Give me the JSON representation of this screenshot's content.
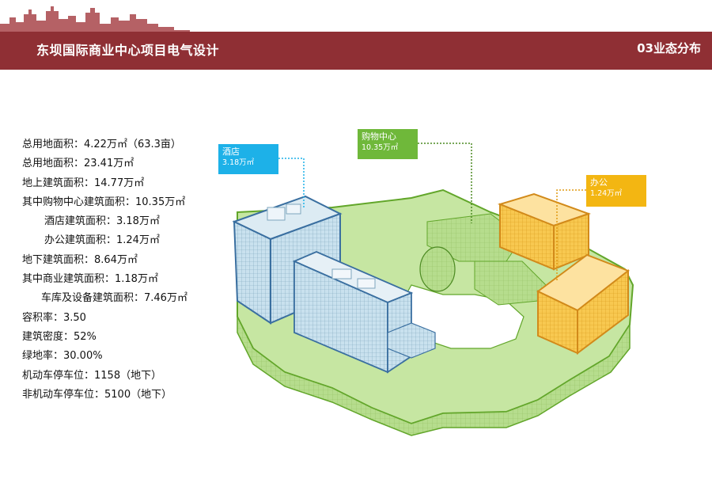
{
  "header": {
    "title": "东坝国际商业中心项目电气设计",
    "section": "03业态分布",
    "bar_color": "#8f2f34"
  },
  "stats": [
    {
      "text": "总用地面积：4.22万㎡（63.3亩）",
      "indent": 0
    },
    {
      "text": "总用地面积：23.41万㎡",
      "indent": 0
    },
    {
      "text": "地上建筑面积：14.77万㎡",
      "indent": 0
    },
    {
      "text": "其中购物中心建筑面积：10.35万㎡",
      "indent": 0
    },
    {
      "text": "酒店建筑面积：3.18万㎡",
      "indent": 1
    },
    {
      "text": "办公建筑面积：1.24万㎡",
      "indent": 1
    },
    {
      "text": "地下建筑面积：8.64万㎡",
      "indent": 0
    },
    {
      "text": "其中商业建筑面积：1.18万㎡",
      "indent": 0
    },
    {
      "text": "车库及设备建筑面积：7.46万㎡",
      "indent": 2
    },
    {
      "text": "容积率：3.50",
      "indent": 0
    },
    {
      "text": "建筑密度：52%",
      "indent": 0
    },
    {
      "text": "绿地率：30.00%",
      "indent": 0
    },
    {
      "text": "机动车停车位：1158（地下）",
      "indent": 0
    },
    {
      "text": "非机动车停车位：5100（地下）",
      "indent": 0
    }
  ],
  "callouts": {
    "hotel": {
      "label": "酒店",
      "area": "3.18万㎡",
      "color": "#1db1e8"
    },
    "mall": {
      "label": "购物中心",
      "area": "10.35万㎡",
      "color": "#6fb83a"
    },
    "office": {
      "label": "办公",
      "area": "1.24万㎡",
      "color": "#f3b612"
    }
  }
}
